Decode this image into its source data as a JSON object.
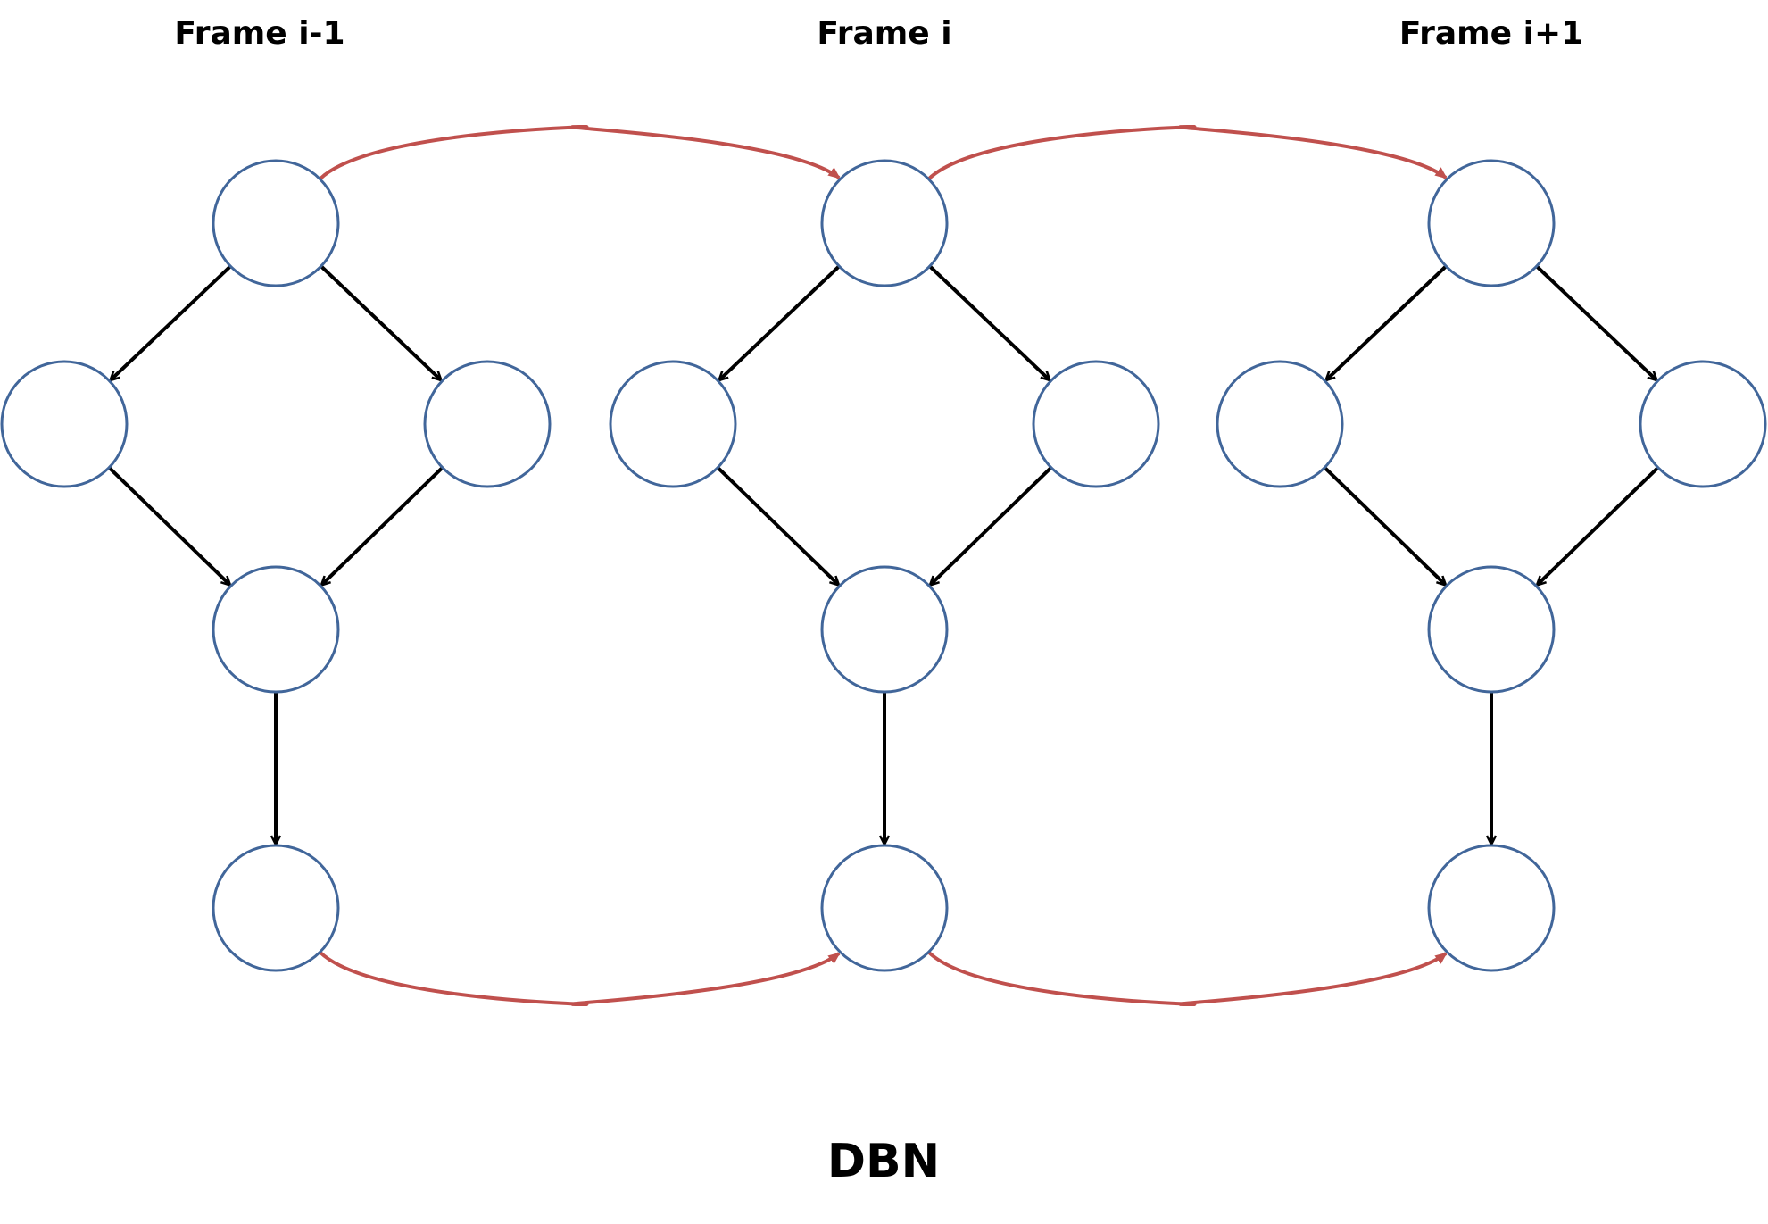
{
  "frames": [
    {
      "label": "Frame i-1",
      "nodes": [
        "top",
        "left",
        "right",
        "middle",
        "bottom"
      ]
    },
    {
      "label": "Frame i",
      "nodes": [
        "top",
        "left",
        "right",
        "middle",
        "bottom"
      ]
    },
    {
      "label": "Frame i+1",
      "nodes": [
        "top",
        "left",
        "right",
        "middle",
        "bottom"
      ]
    }
  ],
  "intra_frame_edges": [
    [
      "top",
      "left"
    ],
    [
      "top",
      "right"
    ],
    [
      "left",
      "middle"
    ],
    [
      "right",
      "middle"
    ],
    [
      "middle",
      "bottom"
    ]
  ],
  "inter_frame_edges": [
    {
      "from": [
        0,
        "top"
      ],
      "to": [
        1,
        "top"
      ]
    },
    {
      "from": [
        1,
        "top"
      ],
      "to": [
        2,
        "top"
      ]
    },
    {
      "from": [
        0,
        "bottom"
      ],
      "to": [
        1,
        "bottom"
      ]
    },
    {
      "from": [
        1,
        "bottom"
      ],
      "to": [
        2,
        "bottom"
      ]
    }
  ],
  "caption": "DBN",
  "colors": {
    "node_stroke": "#41669A",
    "intra_edge": "#000000",
    "inter_edge": "#C0504D",
    "background": "#FFFFFF"
  }
}
